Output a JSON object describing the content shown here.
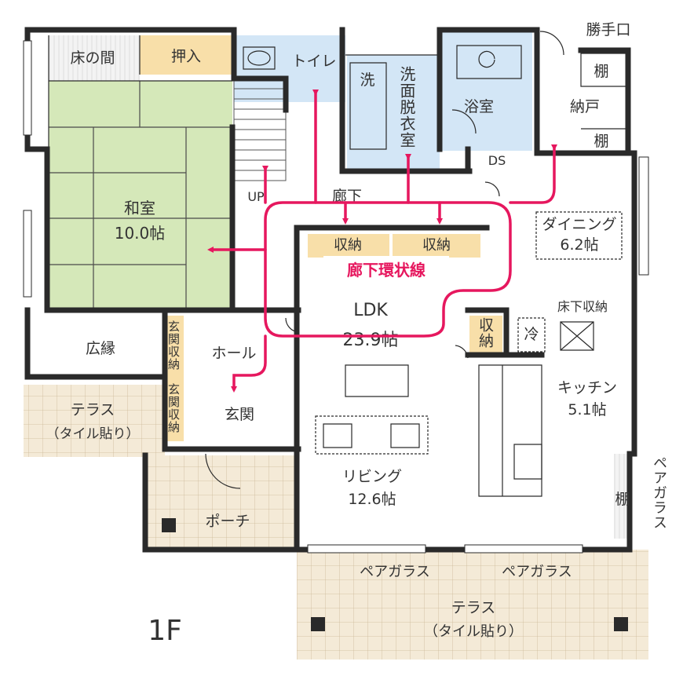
{
  "floor": "1F",
  "colors": {
    "wall": "#2a2a2a",
    "tatami": "#d5e8b9",
    "wet": "#d3e6f6",
    "storage": "#f8dfa9",
    "tile": "#f4ead7",
    "tile_grid": "#c9b79a",
    "accent": "#e6175e"
  },
  "rooms": {
    "tokonoma": "床の間",
    "oshiire": "押入",
    "toilet": "トイレ",
    "sen": "洗",
    "senmen": "洗面脱衣室",
    "bath": "浴室",
    "katteguchi": "勝手口",
    "tana_top1": "棚",
    "tana_top2": "棚",
    "nando": "納戸",
    "ds": "DS",
    "washitsu": "和室",
    "washitsu_size": "10.0帖",
    "up": "UP",
    "rouka": "廊下",
    "shuno_left": "収納",
    "shuno_right": "収納",
    "loop_label": "廊下環状線",
    "dining": "ダイニング",
    "dining_size": "6.2帖",
    "ldk": "LDK",
    "ldk_size": "23.9帖",
    "yukashita": "床下収納",
    "rei": "冷",
    "shuno_kitchen": "収納",
    "hiroen": "広縁",
    "hall": "ホール",
    "genkan_shuno1": "玄関収納",
    "genkan_shuno2": "玄関収納",
    "kitchen": "キッチン",
    "kitchen_size": "5.1帖",
    "terrace_left": "テラス",
    "terrace_left_sub": "（タイル貼り）",
    "genkan": "玄関",
    "living": "リビング",
    "living_size": "12.6帖",
    "pair_glass_right": "ペアガラス",
    "tana_right": "棚",
    "porch": "ポーチ",
    "pair_glass_1": "ペアガラス",
    "pair_glass_2": "ペアガラス",
    "terrace_bottom": "テラス",
    "terrace_bottom_sub": "（タイル貼り）"
  }
}
